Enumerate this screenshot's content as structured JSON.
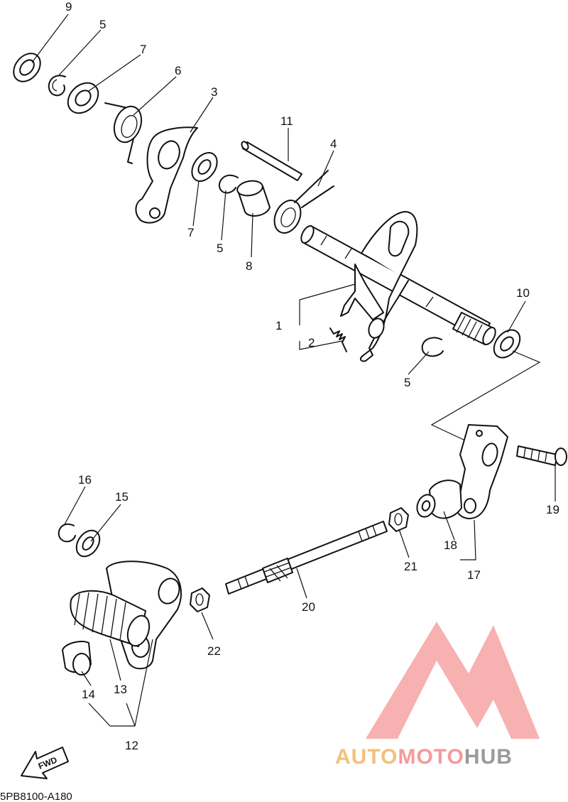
{
  "diagram": {
    "code": "5PB8100-A180",
    "fwd_label": "FWD",
    "callouts": [
      {
        "id": "c9",
        "text": "9"
      },
      {
        "id": "c5a",
        "text": "5"
      },
      {
        "id": "c7a",
        "text": "7"
      },
      {
        "id": "c6",
        "text": "6"
      },
      {
        "id": "c3",
        "text": "3"
      },
      {
        "id": "c11",
        "text": "11"
      },
      {
        "id": "c4",
        "text": "4"
      },
      {
        "id": "c7b",
        "text": "7"
      },
      {
        "id": "c5b",
        "text": "5"
      },
      {
        "id": "c8",
        "text": "8"
      },
      {
        "id": "c10",
        "text": "10"
      },
      {
        "id": "c1",
        "text": "1"
      },
      {
        "id": "c2",
        "text": "2"
      },
      {
        "id": "c5c",
        "text": "5"
      },
      {
        "id": "c19",
        "text": "19"
      },
      {
        "id": "c16",
        "text": "16"
      },
      {
        "id": "c15",
        "text": "15"
      },
      {
        "id": "c18",
        "text": "18"
      },
      {
        "id": "c21",
        "text": "21"
      },
      {
        "id": "c17",
        "text": "17"
      },
      {
        "id": "c20",
        "text": "20"
      },
      {
        "id": "c22",
        "text": "22"
      },
      {
        "id": "c13",
        "text": "13"
      },
      {
        "id": "c14",
        "text": "14"
      },
      {
        "id": "c12",
        "text": "12"
      }
    ]
  },
  "watermark": {
    "part1": "AUTO",
    "part2": "MOTO",
    "part3": "HUB",
    "colors": {
      "auto": "#f4c07a",
      "moto": "#f59a9a",
      "hub": "#9a9a9a",
      "logo": "#f7a8a8"
    }
  }
}
